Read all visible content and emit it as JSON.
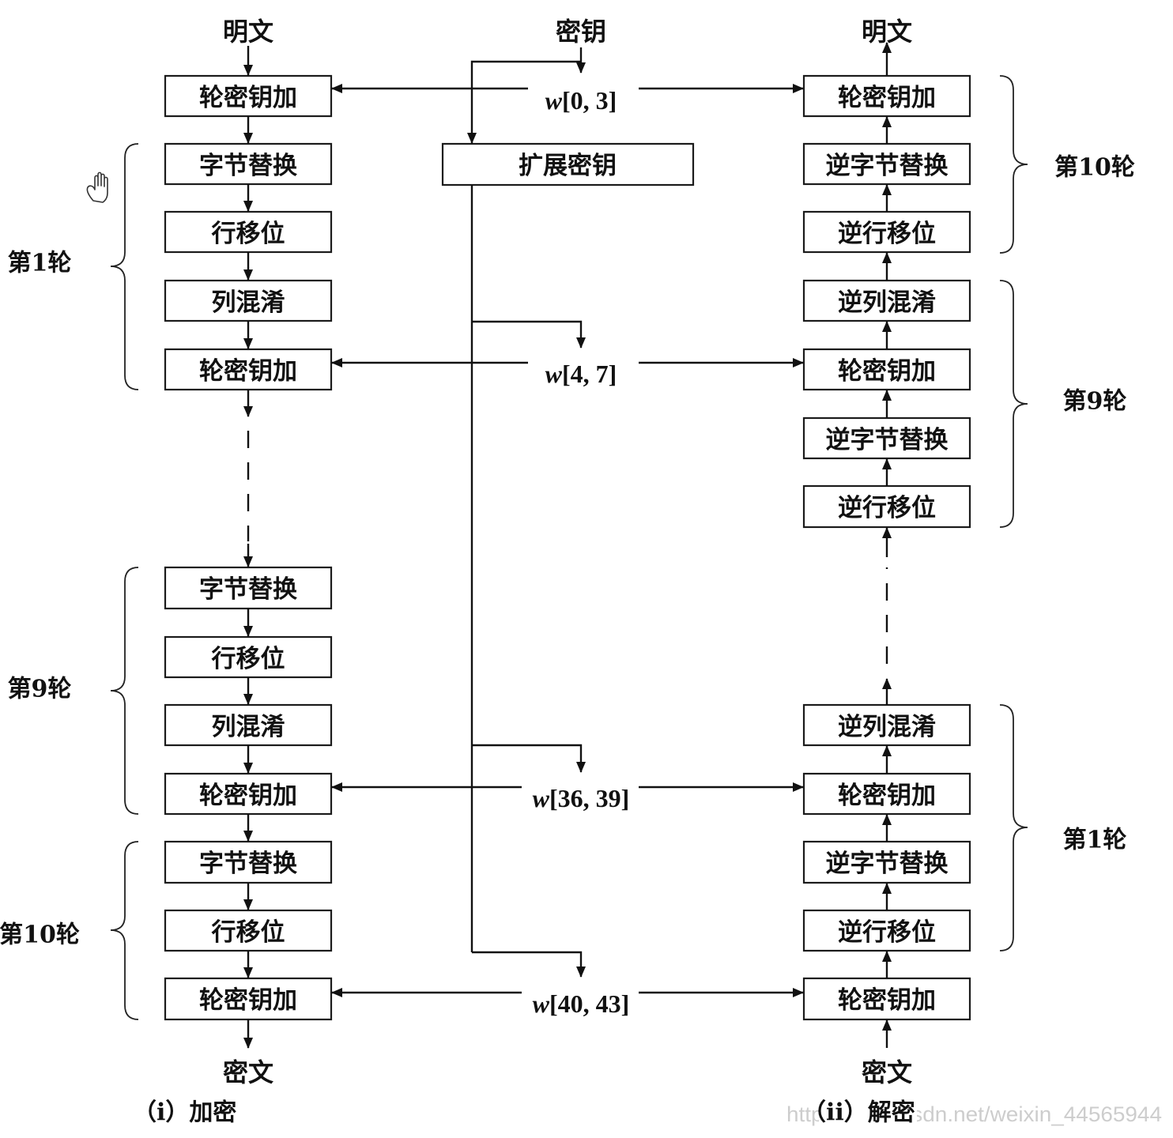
{
  "encryption": {
    "input_label": "明文",
    "boxes": [
      "轮密钥加",
      "字节替换",
      "行移位",
      "列混淆",
      "轮密钥加",
      "字节替换",
      "行移位",
      "列混淆",
      "轮密钥加",
      "字节替换",
      "行移位",
      "轮密钥加"
    ],
    "rounds": [
      "第1轮",
      "第9轮",
      "第10轮"
    ],
    "output_label": "密文",
    "caption": "（i）加密"
  },
  "key_schedule": {
    "key_label": "密钥",
    "expansion_box": "扩展密钥",
    "round_keys": [
      {
        "var": "w",
        "range": "[0, 3]"
      },
      {
        "var": "w",
        "range": "[4, 7]"
      },
      {
        "var": "w",
        "range": "[36, 39]"
      },
      {
        "var": "w",
        "range": "[40, 43]"
      }
    ]
  },
  "decryption": {
    "output_label": "明文",
    "boxes": [
      "轮密钥加",
      "逆字节替换",
      "逆行移位",
      "逆列混淆",
      "轮密钥加",
      "逆字节替换",
      "逆行移位",
      "逆列混淆",
      "轮密钥加",
      "逆字节替换",
      "逆行移位",
      "轮密钥加"
    ],
    "rounds": [
      "第10轮",
      "第9轮",
      "第1轮"
    ],
    "input_label": "密文",
    "caption": "（ii）解密"
  },
  "watermark": "https://blog.csdn.net/weixin_44565944",
  "icons": {
    "cursor": "hand-cursor-icon"
  }
}
